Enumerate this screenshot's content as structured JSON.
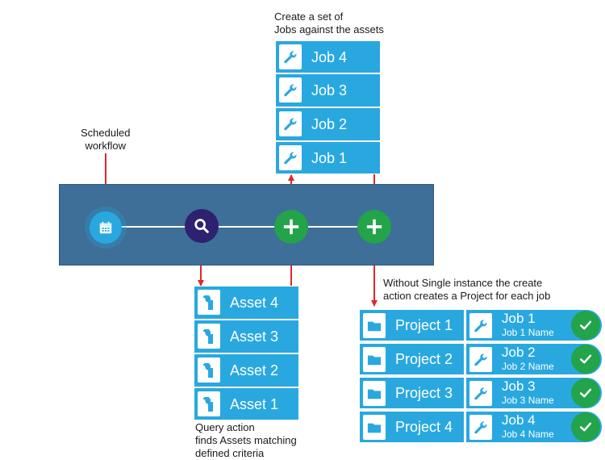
{
  "notes": {
    "scheduled": [
      "Scheduled",
      "workflow"
    ],
    "create_jobs": [
      "Create a set of",
      "Jobs against the assets"
    ],
    "query": [
      "Query action",
      "finds Assets matching",
      "defined criteria"
    ],
    "projects": [
      "Without Single instance the create",
      "action creates a Project for each job"
    ]
  },
  "jobs": [
    {
      "label": "Job 4",
      "icon": "wrench-icon"
    },
    {
      "label": "Job 3",
      "icon": "wrench-icon"
    },
    {
      "label": "Job 2",
      "icon": "wrench-icon"
    },
    {
      "label": "Job 1",
      "icon": "wrench-icon"
    }
  ],
  "assets": [
    {
      "label": "Asset 4",
      "icon": "asset-tag-icon"
    },
    {
      "label": "Asset 3",
      "icon": "asset-tag-icon"
    },
    {
      "label": "Asset 2",
      "icon": "asset-tag-icon"
    },
    {
      "label": "Asset 1",
      "icon": "asset-tag-icon"
    }
  ],
  "workflow_nodes": [
    {
      "name": "schedule",
      "icon": "calendar-icon",
      "color": "#29a8e0"
    },
    {
      "name": "query",
      "icon": "search-icon",
      "color": "#2d2170"
    },
    {
      "name": "create-jobs",
      "icon": "plus-icon",
      "color": "#23a34a"
    },
    {
      "name": "create-projects",
      "icon": "plus-icon",
      "color": "#23a34a"
    }
  ],
  "results": [
    {
      "project": "Project 1",
      "job": "Job 1",
      "job_name": "Job 1 Name"
    },
    {
      "project": "Project 2",
      "job": "Job 2",
      "job_name": "Job 2 Name"
    },
    {
      "project": "Project 3",
      "job": "Job 3",
      "job_name": "Job 3 Name"
    },
    {
      "project": "Project 4",
      "job": "Job 4",
      "job_name": "Job 4 Name"
    }
  ],
  "colors": {
    "box_blue": "#29a8e0",
    "flow_bar": "#3d6f98",
    "arrow_red": "#e3262b",
    "success_green": "#23a34a",
    "query_purple": "#2d2170"
  }
}
